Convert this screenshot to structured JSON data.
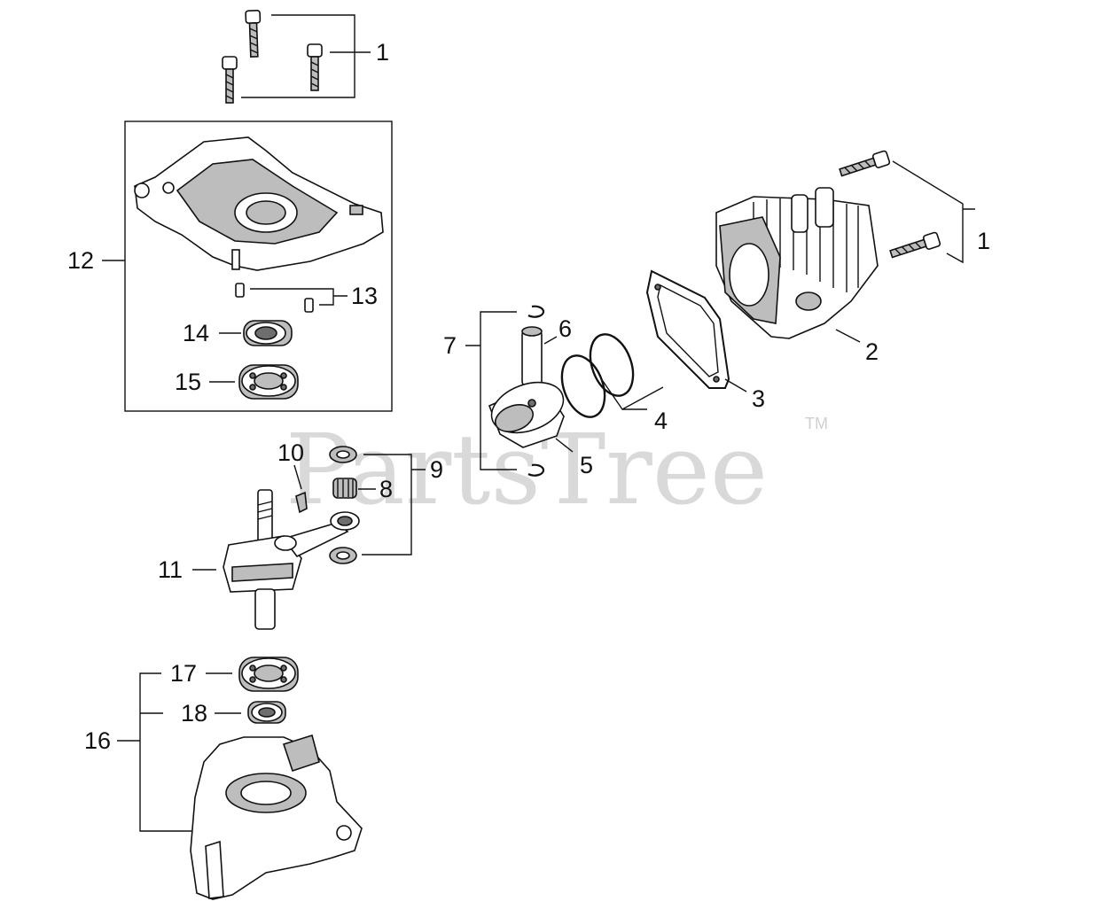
{
  "watermark": {
    "text": "PartsTree",
    "trademark": "TM"
  },
  "callouts": [
    {
      "id": "c1a",
      "text": "1"
    },
    {
      "id": "c1b",
      "text": "1"
    },
    {
      "id": "c2",
      "text": "2"
    },
    {
      "id": "c3",
      "text": "3"
    },
    {
      "id": "c4",
      "text": "4"
    },
    {
      "id": "c5",
      "text": "5"
    },
    {
      "id": "c6",
      "text": "6"
    },
    {
      "id": "c7",
      "text": "7"
    },
    {
      "id": "c8",
      "text": "8"
    },
    {
      "id": "c9",
      "text": "9"
    },
    {
      "id": "c10",
      "text": "10"
    },
    {
      "id": "c11",
      "text": "11"
    },
    {
      "id": "c12",
      "text": "12"
    },
    {
      "id": "c13",
      "text": "13"
    },
    {
      "id": "c14",
      "text": "14"
    },
    {
      "id": "c15",
      "text": "15"
    },
    {
      "id": "c16",
      "text": "16"
    },
    {
      "id": "c17",
      "text": "17"
    },
    {
      "id": "c18",
      "text": "18"
    }
  ]
}
